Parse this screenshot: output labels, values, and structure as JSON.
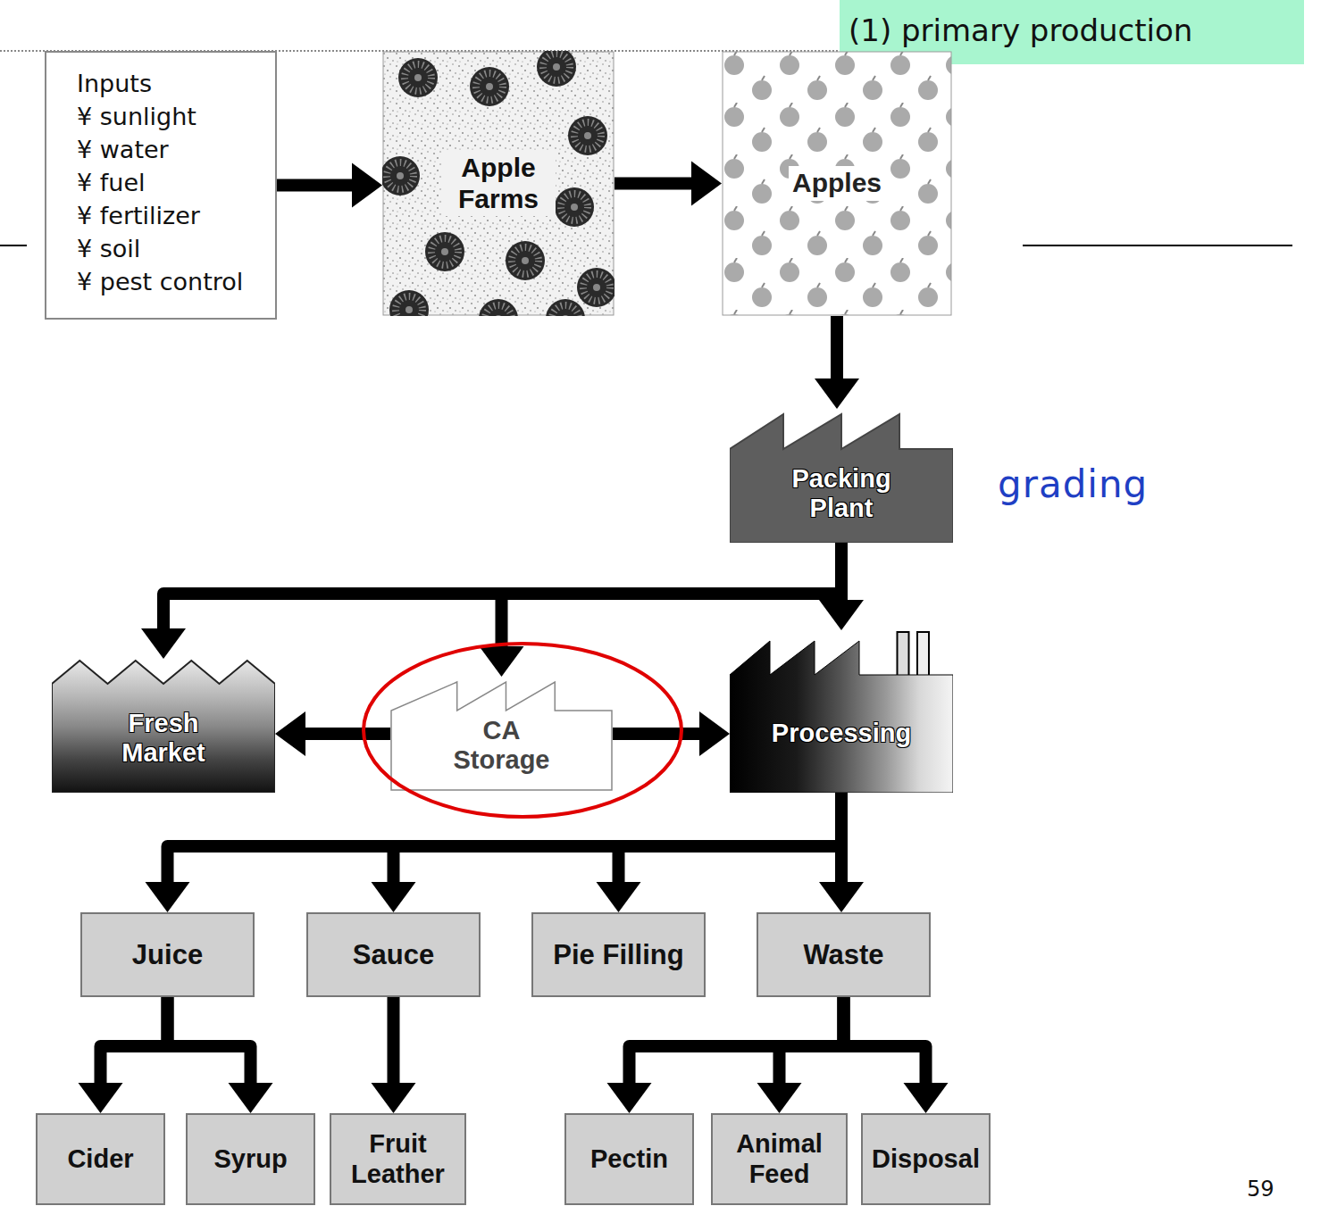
{
  "diagram": {
    "nodes": [
      {
        "text": [
          "Inputs",
          "¥ sunlight",
          "¥ water",
          "¥ fuel",
          "¥ fertilizer",
          "¥ soil",
          "¥ pest control"
        ]
      },
      {
        "text": [
          "Apple Farms"
        ]
      },
      {
        "text": [
          "Apples"
        ]
      },
      {
        "text": [
          "Packing Plant"
        ]
      },
      {
        "text": [
          "Fresh Market"
        ]
      },
      {
        "text": [
          "CA Storage"
        ]
      },
      {
        "text": [
          "Processing"
        ]
      },
      {
        "text": [
          "Juice"
        ]
      },
      {
        "text": [
          "Sauce"
        ]
      },
      {
        "text": [
          "Pie Filling"
        ]
      },
      {
        "text": [
          "Waste"
        ]
      },
      {
        "text": [
          "Cider"
        ]
      },
      {
        "text": [
          "Syrup"
        ]
      },
      {
        "text": [
          "Fruit Leather"
        ]
      },
      {
        "text": [
          "Pectin"
        ]
      },
      {
        "text": [
          "Animal Feed"
        ]
      },
      {
        "text": [
          "Disposal"
        ]
      }
    ],
    "edges": [
      {
        "from": 0,
        "to": 1,
        "arrow": "to"
      },
      {
        "from": 1,
        "to": 2,
        "arrow": "to"
      },
      {
        "from": 2,
        "to": 3,
        "arrow": "to"
      },
      {
        "from": 3,
        "to": 4,
        "arrow": "to"
      },
      {
        "from": 3,
        "to": 5,
        "arrow": "to"
      },
      {
        "from": 3,
        "to": 6,
        "arrow": "to"
      },
      {
        "from": 5,
        "to": 4,
        "arrow": "to"
      },
      {
        "from": 5,
        "to": 6,
        "arrow": "to"
      },
      {
        "from": 6,
        "to": 7,
        "arrow": "to"
      },
      {
        "from": 6,
        "to": 8,
        "arrow": "to"
      },
      {
        "from": 6,
        "to": 9,
        "arrow": "to"
      },
      {
        "from": 6,
        "to": 10,
        "arrow": "to"
      },
      {
        "from": 7,
        "to": 11,
        "arrow": "to"
      },
      {
        "from": 7,
        "to": 12,
        "arrow": "to"
      },
      {
        "from": 8,
        "to": 13,
        "arrow": "to"
      },
      {
        "from": 10,
        "to": 14,
        "arrow": "to"
      },
      {
        "from": 10,
        "to": 15,
        "arrow": "to"
      },
      {
        "from": 10,
        "to": 16,
        "arrow": "to"
      }
    ],
    "labels": [
      "(1) primary production",
      "grading",
      "59"
    ]
  }
}
